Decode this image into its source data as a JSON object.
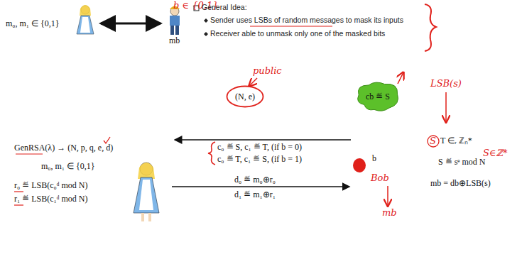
{
  "diagram": {
    "nodes": [
      {
        "text": [
          "(N, e)"
        ]
      },
      {
        "text": [
          "cb ≝ S"
        ]
      }
    ],
    "labels": [
      "m₀, m₁ ∈ {0,1}",
      "b ∈ {0,1}",
      "mb",
      "General Idea:",
      "Sender uses LSBs of random messages to mask its inputs",
      "Receiver able to unmask only one of the masked bits",
      "public",
      "LSB(s)",
      "GenRSA(λ) → (N, p, q, e, d)",
      "c₀ ≝ S, c₁ ≝ T, (if b = 0)",
      "c₀ ≝ T, c₁ ≝ S, (if b = 1)",
      "S",
      "T ∈ᵣ ℤₙ*",
      "m₀, m₁ ∈ {0,1}",
      "b",
      "S∈ℤ*",
      "S ≝ sᵉ mod N",
      "d₀ ≝ m₀⊕r₀",
      "Bob",
      "r₀ ≝ LSB(c₀ᵈ mod N)",
      "mb = db⊕LSB(s)",
      "d₁ ≝ m₁⊕r₁",
      "r₁ ≝ LSB(c₁ᵈ mod N)",
      "mb"
    ]
  }
}
